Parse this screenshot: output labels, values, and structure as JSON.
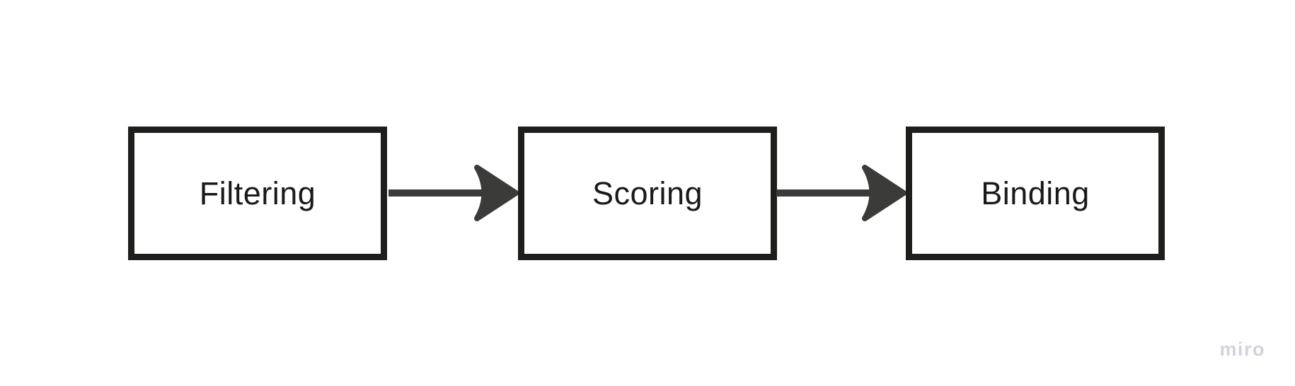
{
  "canvas": {
    "background": "#ffffff"
  },
  "diagram": {
    "type": "flowchart",
    "direction": "left-to-right",
    "nodes": [
      {
        "id": "filtering",
        "label": "Filtering"
      },
      {
        "id": "scoring",
        "label": "Scoring"
      },
      {
        "id": "binding",
        "label": "Binding"
      }
    ],
    "connectors": [
      {
        "from": "filtering",
        "to": "scoring",
        "style": "arrow-right"
      },
      {
        "from": "scoring",
        "to": "binding",
        "style": "arrow-right"
      }
    ],
    "colors": {
      "node_border": "#1e1e1c",
      "node_fill": "#ffffff",
      "node_text": "#1a1a1a",
      "connector": "#3b3b39"
    }
  },
  "watermark": {
    "label": "miro",
    "color": "#d2d2dc"
  }
}
